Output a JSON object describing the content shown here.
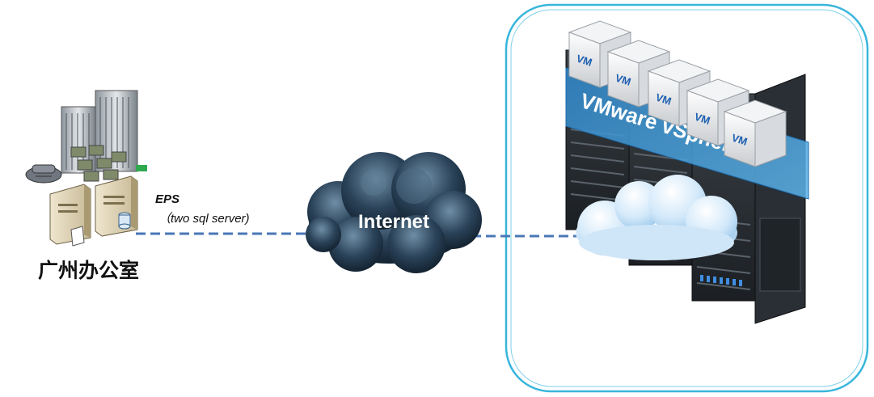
{
  "office": {
    "name": "广州办公室",
    "service_label": "EPS",
    "service_detail": "（two sql server)"
  },
  "network": {
    "internet_label": "Internet"
  },
  "datacenter": {
    "platform_label": "VMware vSphere",
    "vm_label": "VM",
    "vm_count": 5
  },
  "colors": {
    "link_line": "#4a77b6",
    "datacenter_border": "#38b6dc",
    "cloud_dark": "#22384d",
    "cloud_light": "#cfe6f8"
  }
}
